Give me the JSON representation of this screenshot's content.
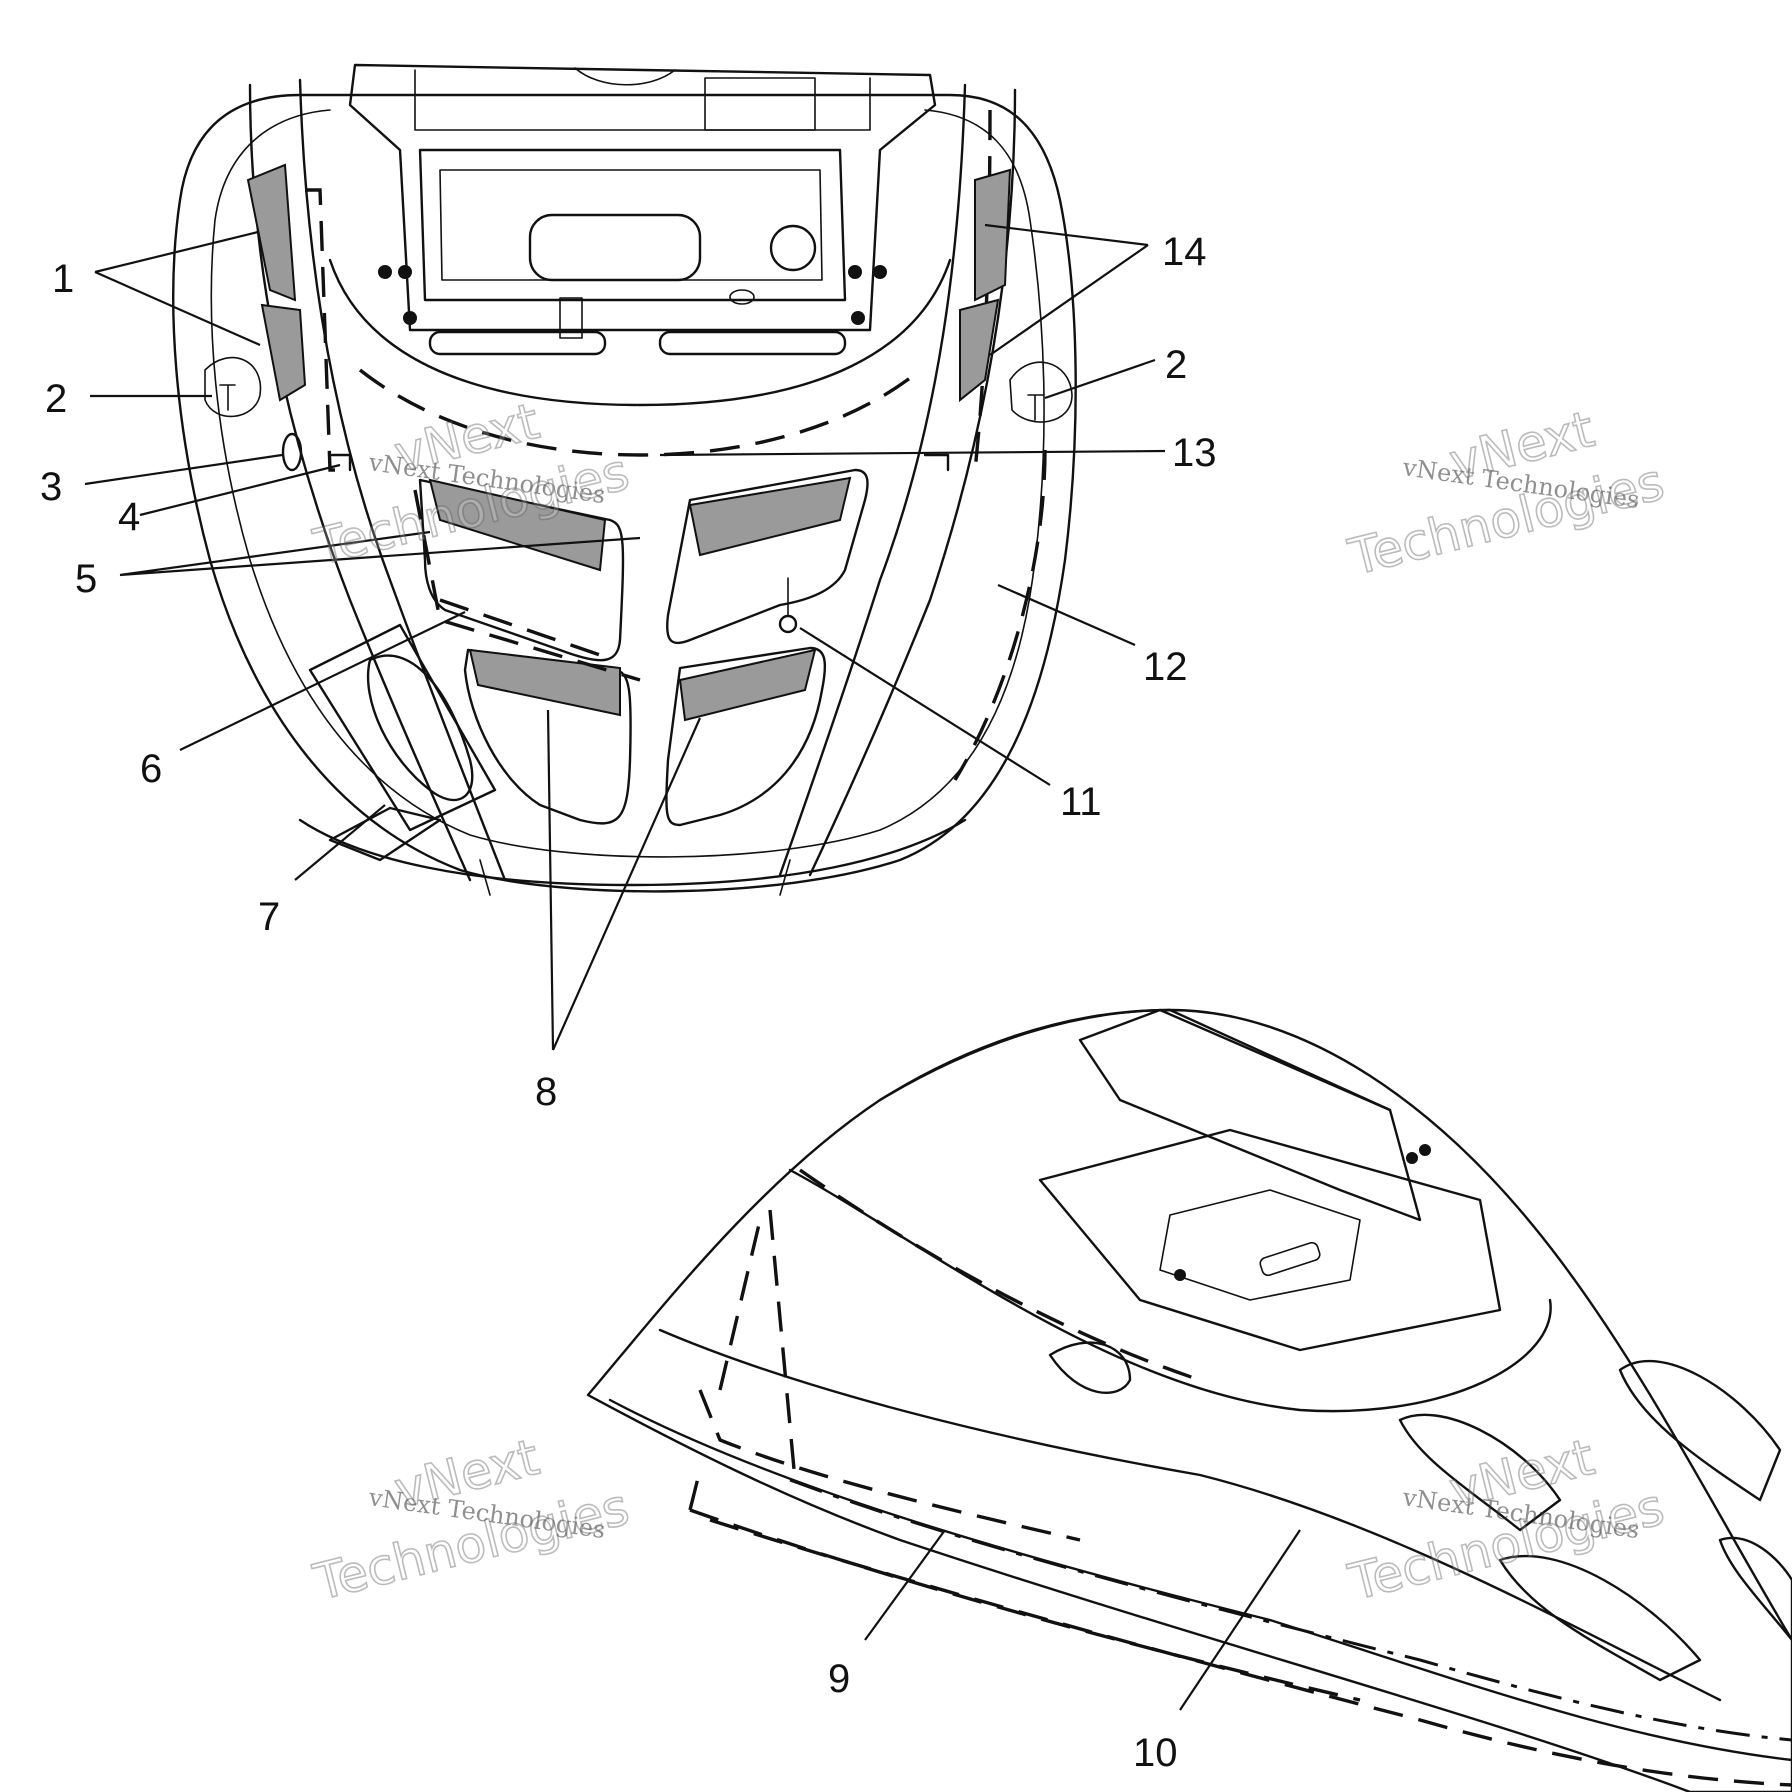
{
  "callouts": {
    "c1": "1",
    "c2_left": "2",
    "c2_right": "2",
    "c3": "3",
    "c4": "4",
    "c5": "5",
    "c6": "6",
    "c7": "7",
    "c8": "8",
    "c9": "9",
    "c10": "10",
    "c11": "11",
    "c12": "12",
    "c13": "13",
    "c14": "14"
  },
  "watermark": {
    "line1": "vNext Technologies",
    "line2_a": "vNext",
    "line2_b": "Technologies"
  },
  "colors": {
    "ink": "#111111",
    "decal_fill": "#9a9a9a",
    "background": "#ffffff"
  }
}
